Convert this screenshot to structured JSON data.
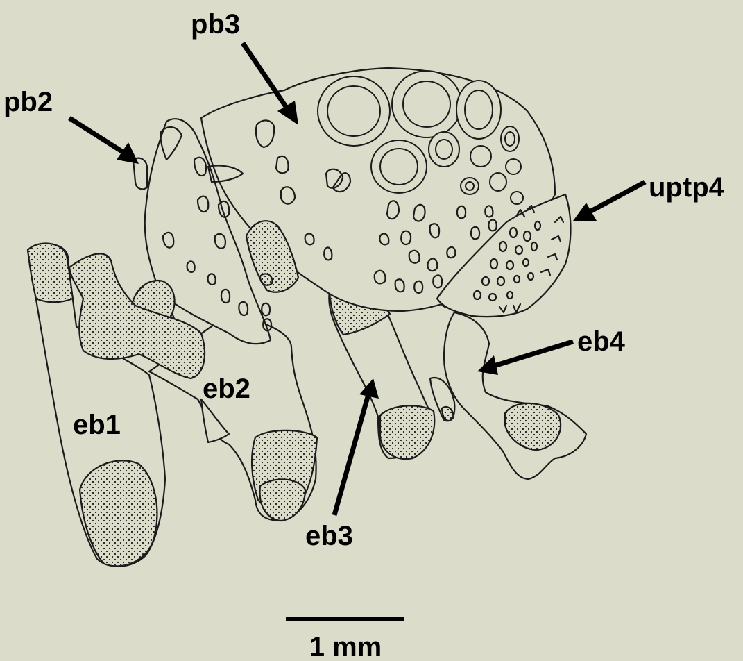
{
  "labels": {
    "pb2": "pb2",
    "pb3": "pb3",
    "uptp4": "uptp4",
    "eb1": "eb1",
    "eb2": "eb2",
    "eb3": "eb3",
    "eb4": "eb4"
  },
  "scale_bar": {
    "label": "1 mm"
  },
  "colors": {
    "background": "#dcdccb",
    "ink": "#1b1b1b"
  }
}
